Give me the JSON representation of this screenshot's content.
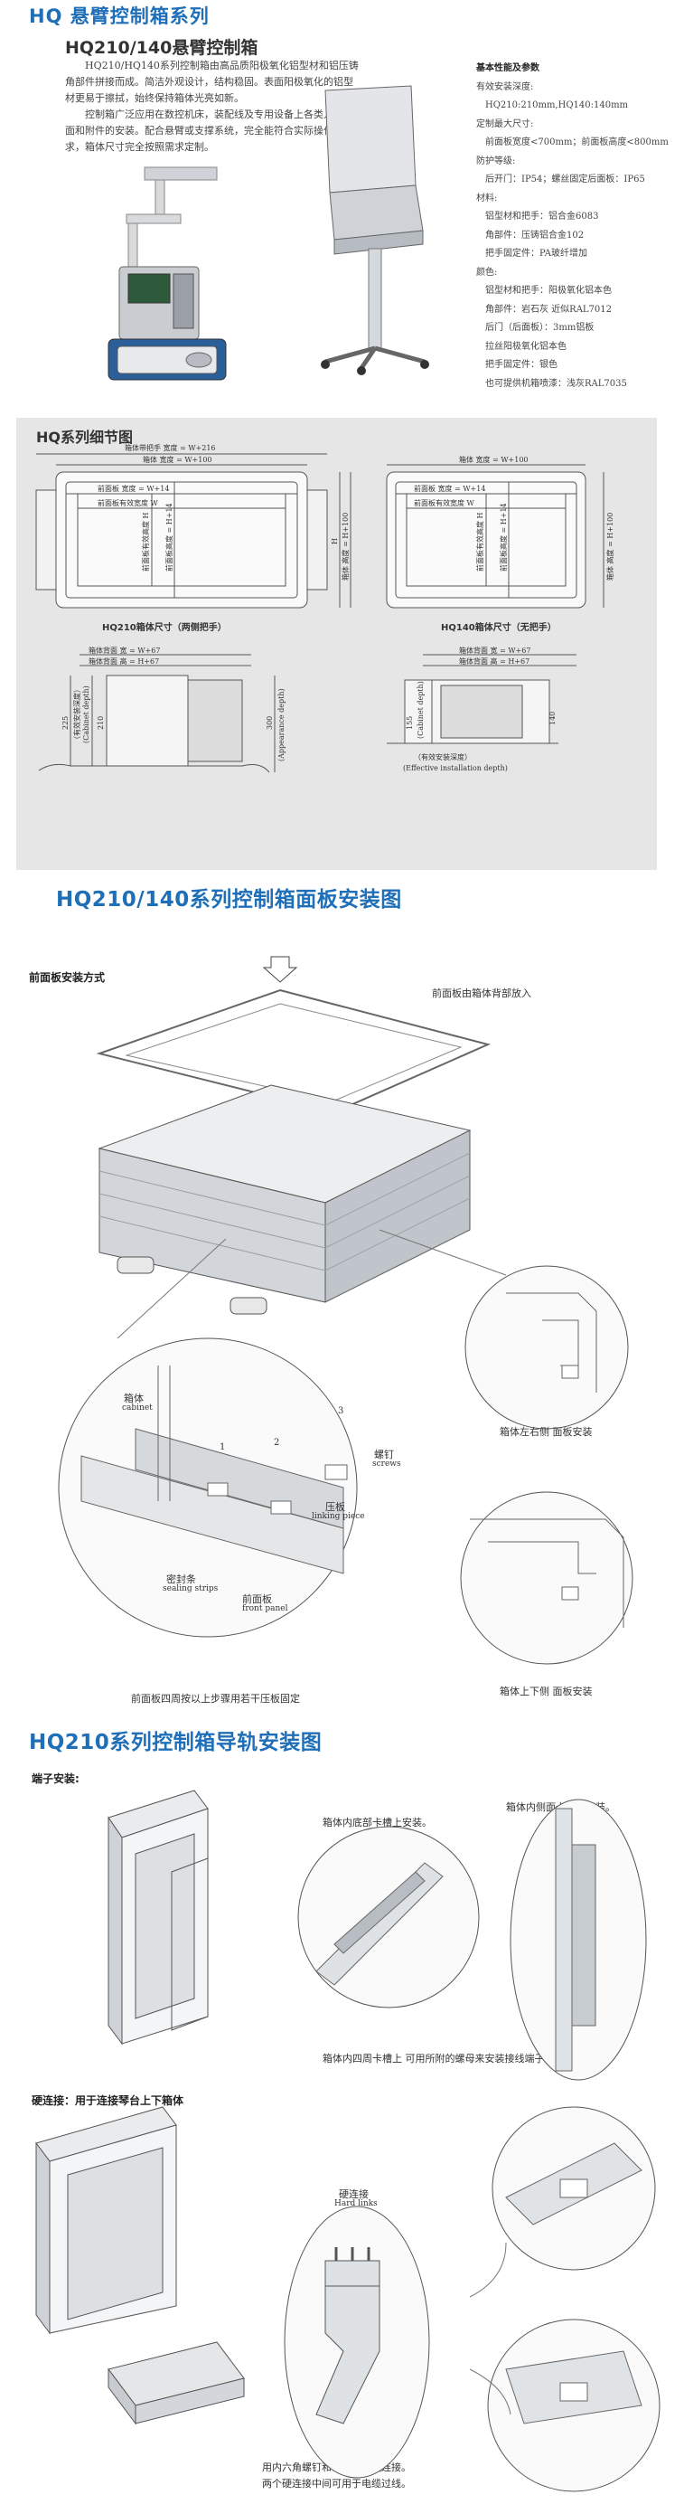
{
  "header": {
    "series_title": "HQ 悬臂控制箱系列",
    "model_title": "HQ210/140悬臂控制箱"
  },
  "intro": {
    "p1": "HQ210/HQ140系列控制箱由高品质阳极氧化铝型材和铝压铸角部件拼接而成。简洁外观设计，结构稳固。表面阳极氧化的铝型材更易于擦拭，始终保持箱体光亮如新。",
    "p2": "控制箱广泛应用在数控机床，装配线及专用设备上各类人机界面和附件的安装。配合悬臂或支撑系统，完全能符合实际操作的要求，箱体尺寸完全按照需求定制。"
  },
  "specs": {
    "title": "基本性能及参数",
    "depth_label": "有效安装深度:",
    "depth_value": "HQ210:210mm,HQ140:140mm",
    "size_label": "定制最大尺寸:",
    "size_value": "前面板宽度<700mm；前面板高度<800mm",
    "ip_label": "防护等级:",
    "ip_value": "后开门：IP54；螺丝固定后面板：IP65",
    "material_label": "材料:",
    "material_1": "铝型材和把手：铝合金6083",
    "material_2": "角部件：压铸铝合金102",
    "material_3": "把手固定件：PA玻纤增加",
    "color_label": "颜色:",
    "color_1": "铝型材和把手：阳极氧化铝本色",
    "color_2": "角部件：岩石灰  近似RAL7012",
    "color_3": "后门（后面板）：3mm铝板",
    "color_4": "拉丝阳极氧化铝本色",
    "color_5": "把手固定件：银色",
    "color_6": "也可提供机箱喷漆：浅灰RAL7035"
  },
  "detail": {
    "title": "HQ系列细节图",
    "hq210_caption": "HQ210箱体尺寸（两侧把手）",
    "hq140_caption": "HQ140箱体尺寸（无把手）",
    "dim_handle_width": "箱体带把手  宽度 = W+216",
    "dim_box_width": "箱体  宽度 = W+100",
    "dim_panel_width": "前面板  宽度 = W+14",
    "dim_panel_eff_width": "前面板有效宽度  W",
    "dim_eff_height": "前面板有效高度  H",
    "dim_panel_height": "前面板高度 = H+14",
    "dim_box_height": "箱体  高度 = H+100",
    "dim_h": "H",
    "dim_back_width": "箱体背面  宽 = W+67",
    "dim_back_height": "箱体背面  高 = H+67",
    "dim_225": "225",
    "dim_210": "210",
    "dim_300": "300",
    "dim_155": "155",
    "dim_140": "140",
    "cab_depth_cn": "（有效安装深度）",
    "cab_depth_en": "(Cabinet depth)",
    "app_depth_en": "(Appearance depth)",
    "eff_depth_cn": "（有效安装深度）",
    "eff_depth_en": "(Effective installation depth)"
  },
  "panel_install": {
    "title": "HQ210/140系列控制箱面板安装图",
    "front_method": "前面板安装方式",
    "from_back": "前面板由箱体背部放入",
    "cabinet_cn": "箱体",
    "cabinet_en": "cabinet",
    "screws_cn": "螺钉",
    "screws_en": "screws",
    "linking_cn": "压板",
    "linking_en": "linking piece",
    "sealing_cn": "密封条",
    "sealing_en": "sealing strips",
    "front_cn": "前面板",
    "front_en": "front panel",
    "step_note": "前面板四周按以上步骤用若干压板固定",
    "left_right": "箱体左右侧  面板安装",
    "top_bottom": "箱体上下侧  面板安装",
    "step_1": "1",
    "step_2": "2",
    "step_3": "3"
  },
  "rail_install": {
    "title": "HQ210系列控制箱导轨安装图",
    "terminal_title": "端子安装:",
    "inner_bottom": "箱体内底部卡槽上安装。",
    "inner_side": "箱体内侧面卡槽上安装。",
    "four_side": "箱体内四周卡槽上    可用所附的螺母来安装接线端子。",
    "hard_title": "硬连接：用于连接琴台上下箱体",
    "hard_cn": "硬连接",
    "hard_en": "Hard links",
    "hard_note_1": "用内六角螺钉和密封安装硬连接。",
    "hard_note_2": "两个硬连接中间可用于电缆过线。"
  },
  "colors": {
    "accent": "#1f6fb8",
    "panel_gray": "#e6e6e6"
  }
}
